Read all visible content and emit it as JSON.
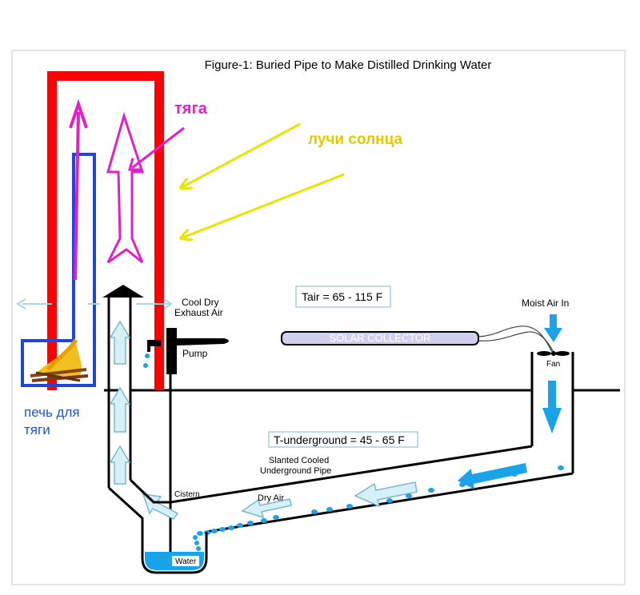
{
  "figure": {
    "title": "Figure-1:  Buried Pipe to Make Distilled Drinking Water"
  },
  "annotations": {
    "draft": "тяга",
    "sun_rays": "лучи солнца",
    "stove_line1": "печь для",
    "stove_line2": "тяги"
  },
  "labels": {
    "exhaust_line1": "Cool Dry",
    "exhaust_line2": "Exhaust  Air",
    "pump": "Pump",
    "tair": "Tair = 65 - 115 F",
    "solar_collector": "SOLAR COLLECTOR",
    "moist_air": "Moist Air In",
    "fan": "Fan",
    "tunderground": "T-underground = 45 - 65 F",
    "pipe_line1": "Slanted Cooled",
    "pipe_line2": "Underground Pipe",
    "dry_air": "Dry Air",
    "cistern": "Cistern",
    "water": "Water"
  },
  "colors": {
    "chimney_red": "#ff0000",
    "stove_blue": "#2244dd",
    "draft_magenta": "#e020c8",
    "sun_yellow": "#e6e600",
    "droplet_blue": "#1aa3e8",
    "airflow_light": "#d6f0f8",
    "airflow_outline": "#7ab8cc",
    "solar_fill": "#cfd0ec",
    "annotation_blue": "#2255cc"
  }
}
